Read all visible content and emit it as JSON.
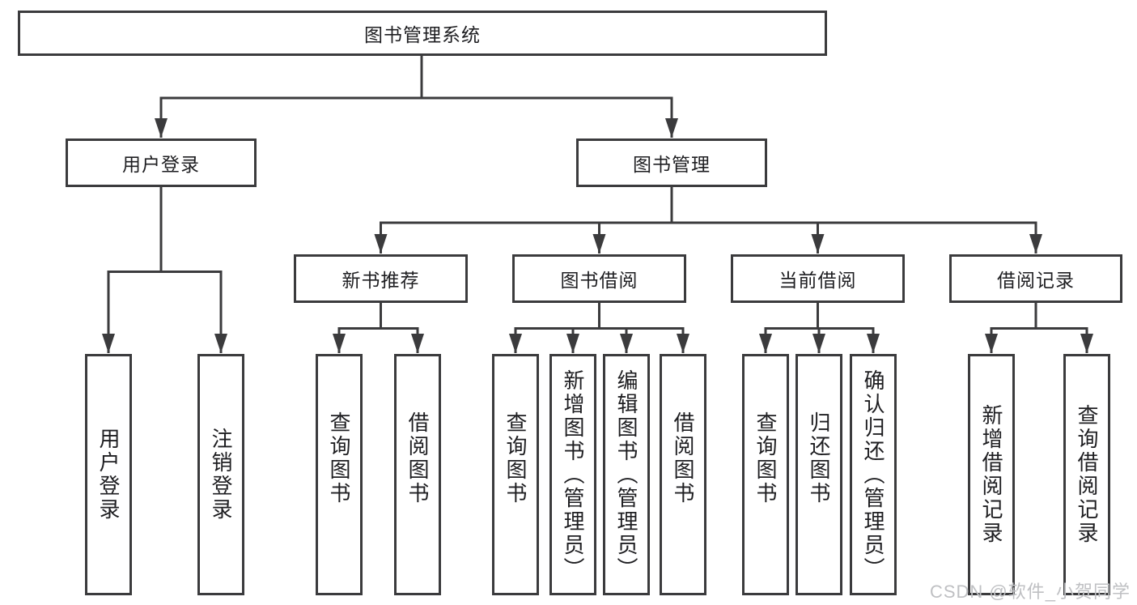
{
  "diagram": {
    "root": {
      "label": "图书管理系统"
    },
    "level2": [
      {
        "label": "用户登录"
      },
      {
        "label": "图书管理"
      }
    ],
    "level3": [
      {
        "label": "新书推荐"
      },
      {
        "label": "图书借阅"
      },
      {
        "label": "当前借阅"
      },
      {
        "label": "借阅记录"
      }
    ],
    "leaves": {
      "user_login": [
        "用户登录",
        "注销登录"
      ],
      "new_book": [
        "查询图书",
        "借阅图书"
      ],
      "book_borrow": [
        "查询图书",
        "新增图书（管理员）",
        "编辑图书（管理员）",
        "借阅图书"
      ],
      "current_borrow": [
        "查询图书",
        "归还图书",
        "确认归还（管理员）"
      ],
      "borrow_record": [
        "新增借阅记录",
        "查询借阅记录"
      ]
    }
  },
  "watermark": "CSDN @软件_小贺同学",
  "colors": {
    "line": "#3b3b3d",
    "text": "#1e1e21",
    "watermark": "#bfc0c3",
    "background": "#ffffff"
  }
}
